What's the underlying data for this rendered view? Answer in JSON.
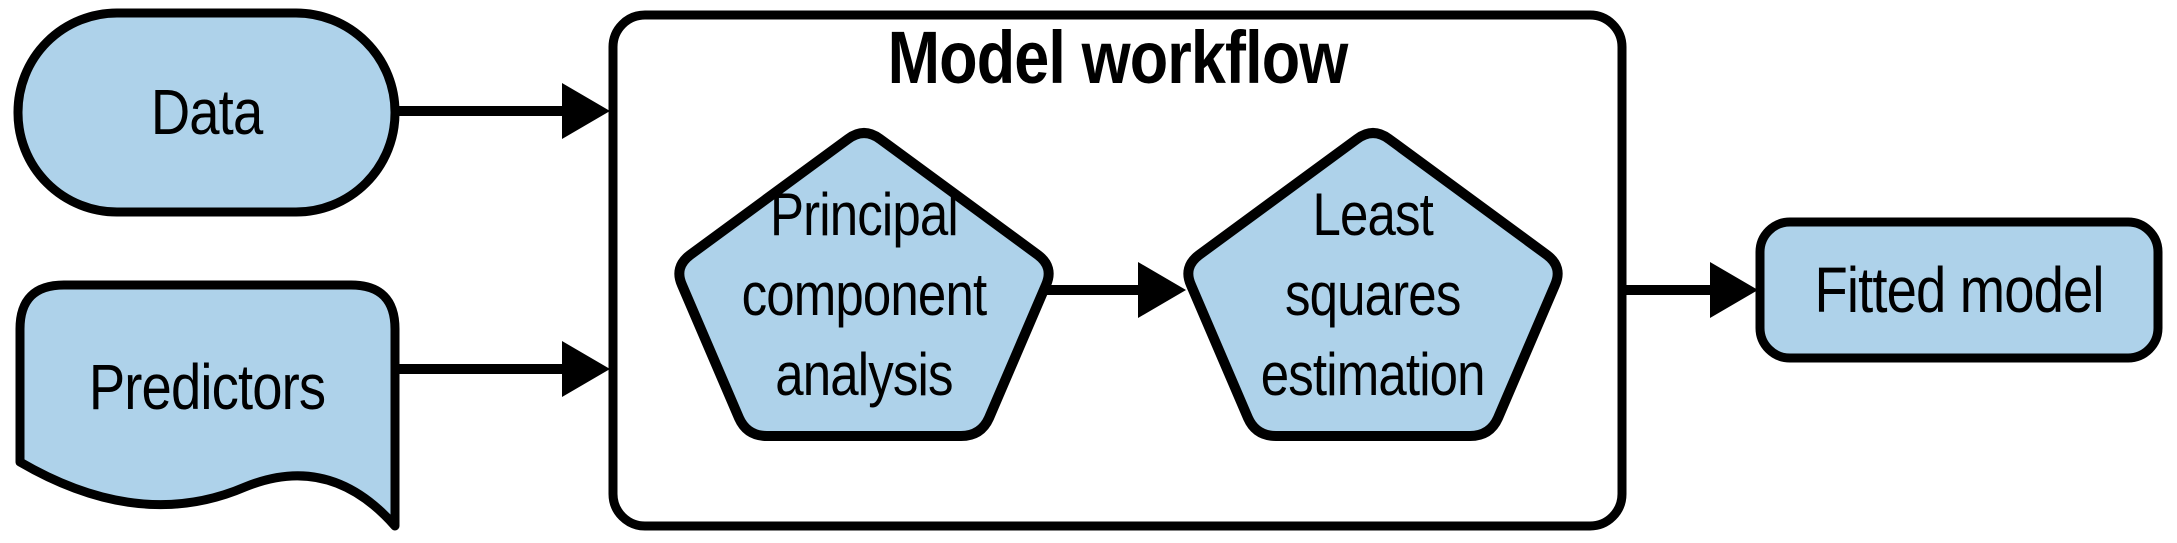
{
  "diagram": {
    "container": {
      "title": "Model workflow"
    },
    "nodes": [
      {
        "id": "data",
        "label": "Data",
        "shape": "stadium"
      },
      {
        "id": "predictors",
        "label": "Predictors",
        "shape": "document"
      },
      {
        "id": "pca",
        "label": "Principal\ncomponent\nanalysis",
        "shape": "pentagon"
      },
      {
        "id": "least-squares",
        "label": "Least\nsquares\nestimation",
        "shape": "pentagon"
      },
      {
        "id": "fitted-model",
        "label": "Fitted model",
        "shape": "rounded-rectangle"
      }
    ],
    "edges": [
      {
        "from": "data",
        "to": "model-workflow"
      },
      {
        "from": "predictors",
        "to": "model-workflow"
      },
      {
        "from": "pca",
        "to": "least-squares"
      },
      {
        "from": "model-workflow",
        "to": "fitted-model"
      }
    ],
    "colors": {
      "node_fill": "#aed2ea",
      "stroke": "#000000",
      "container_fill": "#ffffff",
      "background": "#ffffff",
      "text": "#000000"
    }
  }
}
